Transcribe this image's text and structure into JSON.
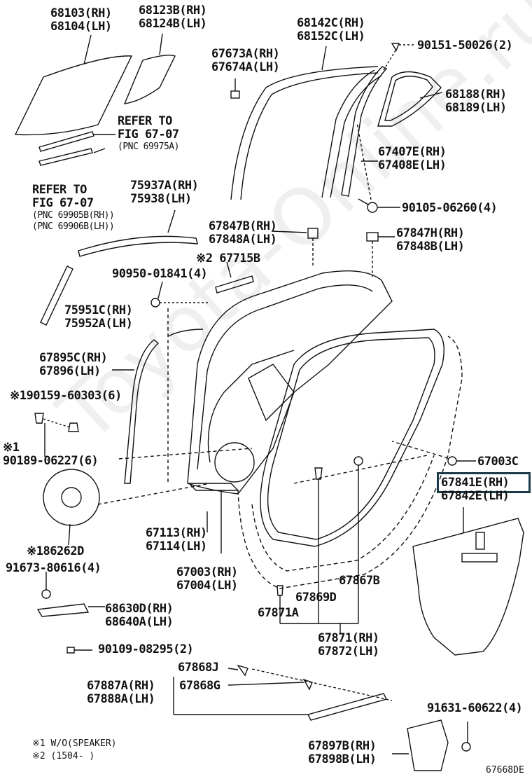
{
  "labels": {
    "l68103": [
      "68103(RH)",
      "68104(LH)"
    ],
    "l68123": [
      "68123B(RH)",
      "68124B(LH)"
    ],
    "l67673": [
      "67673A(RH)",
      "67674A(LH)"
    ],
    "l68142": [
      "68142C(RH)",
      "68152C(LH)"
    ],
    "l90151": "90151-50026(2)",
    "l68188": [
      "68188(RH)",
      "68189(LH)"
    ],
    "refer1": [
      "REFER TO",
      "FIG 67-07",
      "(PNC 69975A)"
    ],
    "l67407": [
      "67407E(RH)",
      "67408E(LH)"
    ],
    "refer2": [
      "REFER TO",
      "FIG 67-07",
      "(PNC 69905B(RH))",
      "(PNC 69906B(LH))"
    ],
    "l75937": [
      "75937A(RH)",
      "75938(LH)"
    ],
    "l90105": "90105-06260(4)",
    "l67847b": [
      "67847B(RH)",
      "67848A(LH)"
    ],
    "l67847h": [
      "67847H(RH)",
      "67848B(LH)"
    ],
    "l67715": "※2 67715B",
    "l90950": "90950-01841(4)",
    "l75951": [
      "75951C(RH)",
      "75952A(LH)"
    ],
    "l67895": [
      "67895C(RH)",
      "67896(LH)"
    ],
    "l90159": "※190159-60303(6)",
    "l90189": [
      "※1",
      "90189-06227(6)"
    ],
    "l67003c": "67003C",
    "l67841": [
      "67841E(RH)",
      "67842E(LH)"
    ],
    "l67113": [
      "67113(RH)",
      "67114(LH)"
    ],
    "l86262": "※186262D",
    "l91673": "91673-80616(4)",
    "l67003": [
      "67003(RH)",
      "67004(LH)"
    ],
    "l67867": "67867B",
    "l67869": "67869D",
    "l68630": [
      "68630D(RH)",
      "68640A(LH)"
    ],
    "l67871a": "67871A",
    "l67871": [
      "67871(RH)",
      "67872(LH)"
    ],
    "l90109": "90109-08295(2)",
    "l67868j": "67868J",
    "l67887": [
      "67887A(RH)",
      "67888A(LH)"
    ],
    "l67868g": "67868G",
    "l91631": "91631-60622(4)",
    "l67897": [
      "67897B(RH)",
      "67898B(LH)"
    ],
    "note1": "※1 W/O(SPEAKER)",
    "note2": "※2 (1504-       )",
    "figno": "67668DE"
  },
  "watermark": "Toyota-Online.ru",
  "colors": {
    "line": "#111111",
    "highlight": "#1c3a4a"
  }
}
